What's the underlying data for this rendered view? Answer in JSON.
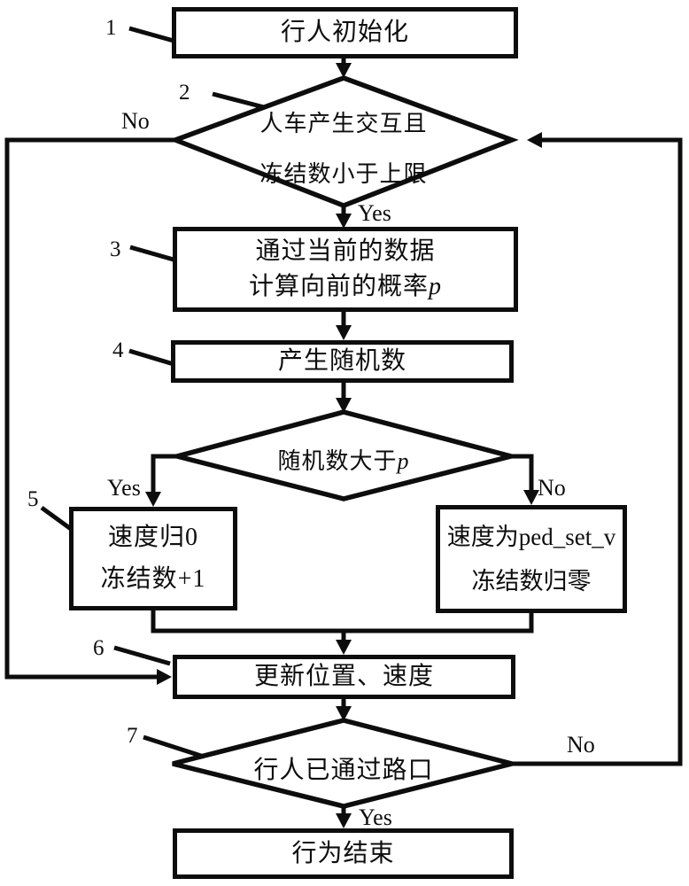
{
  "colors": {
    "ink": "#0d0d0d",
    "background": "#ffffff"
  },
  "nodes": {
    "box1": {
      "num": "1",
      "label": "行人初始化"
    },
    "diamond2": {
      "num": "2",
      "line1": "人车产生交互且",
      "line2": "冻结数小于上限"
    },
    "box3": {
      "num": "3",
      "line1": "通过当前的数据",
      "line2_main": "计算向前的概率",
      "line2_var": "p"
    },
    "box4": {
      "num": "4",
      "label": "产生随机数"
    },
    "diamond5": {
      "main": "随机数大于",
      "var": "p"
    },
    "box5_left": {
      "num": "5",
      "line1": "速度归0",
      "line2": "冻结数+1"
    },
    "box5_right": {
      "line1": "速度为ped_set_v",
      "line2": "冻结数归零"
    },
    "box6": {
      "num": "6",
      "label": "更新位置、速度"
    },
    "diamond7": {
      "num": "7",
      "label": "行人已通过路口"
    },
    "box8": {
      "label": "行为结束"
    }
  },
  "edge_labels": {
    "no_top": "No",
    "yes_top": "Yes",
    "yes_mid": "Yes",
    "no_mid": "No",
    "no_bottom": "No",
    "yes_bottom": "Yes"
  }
}
